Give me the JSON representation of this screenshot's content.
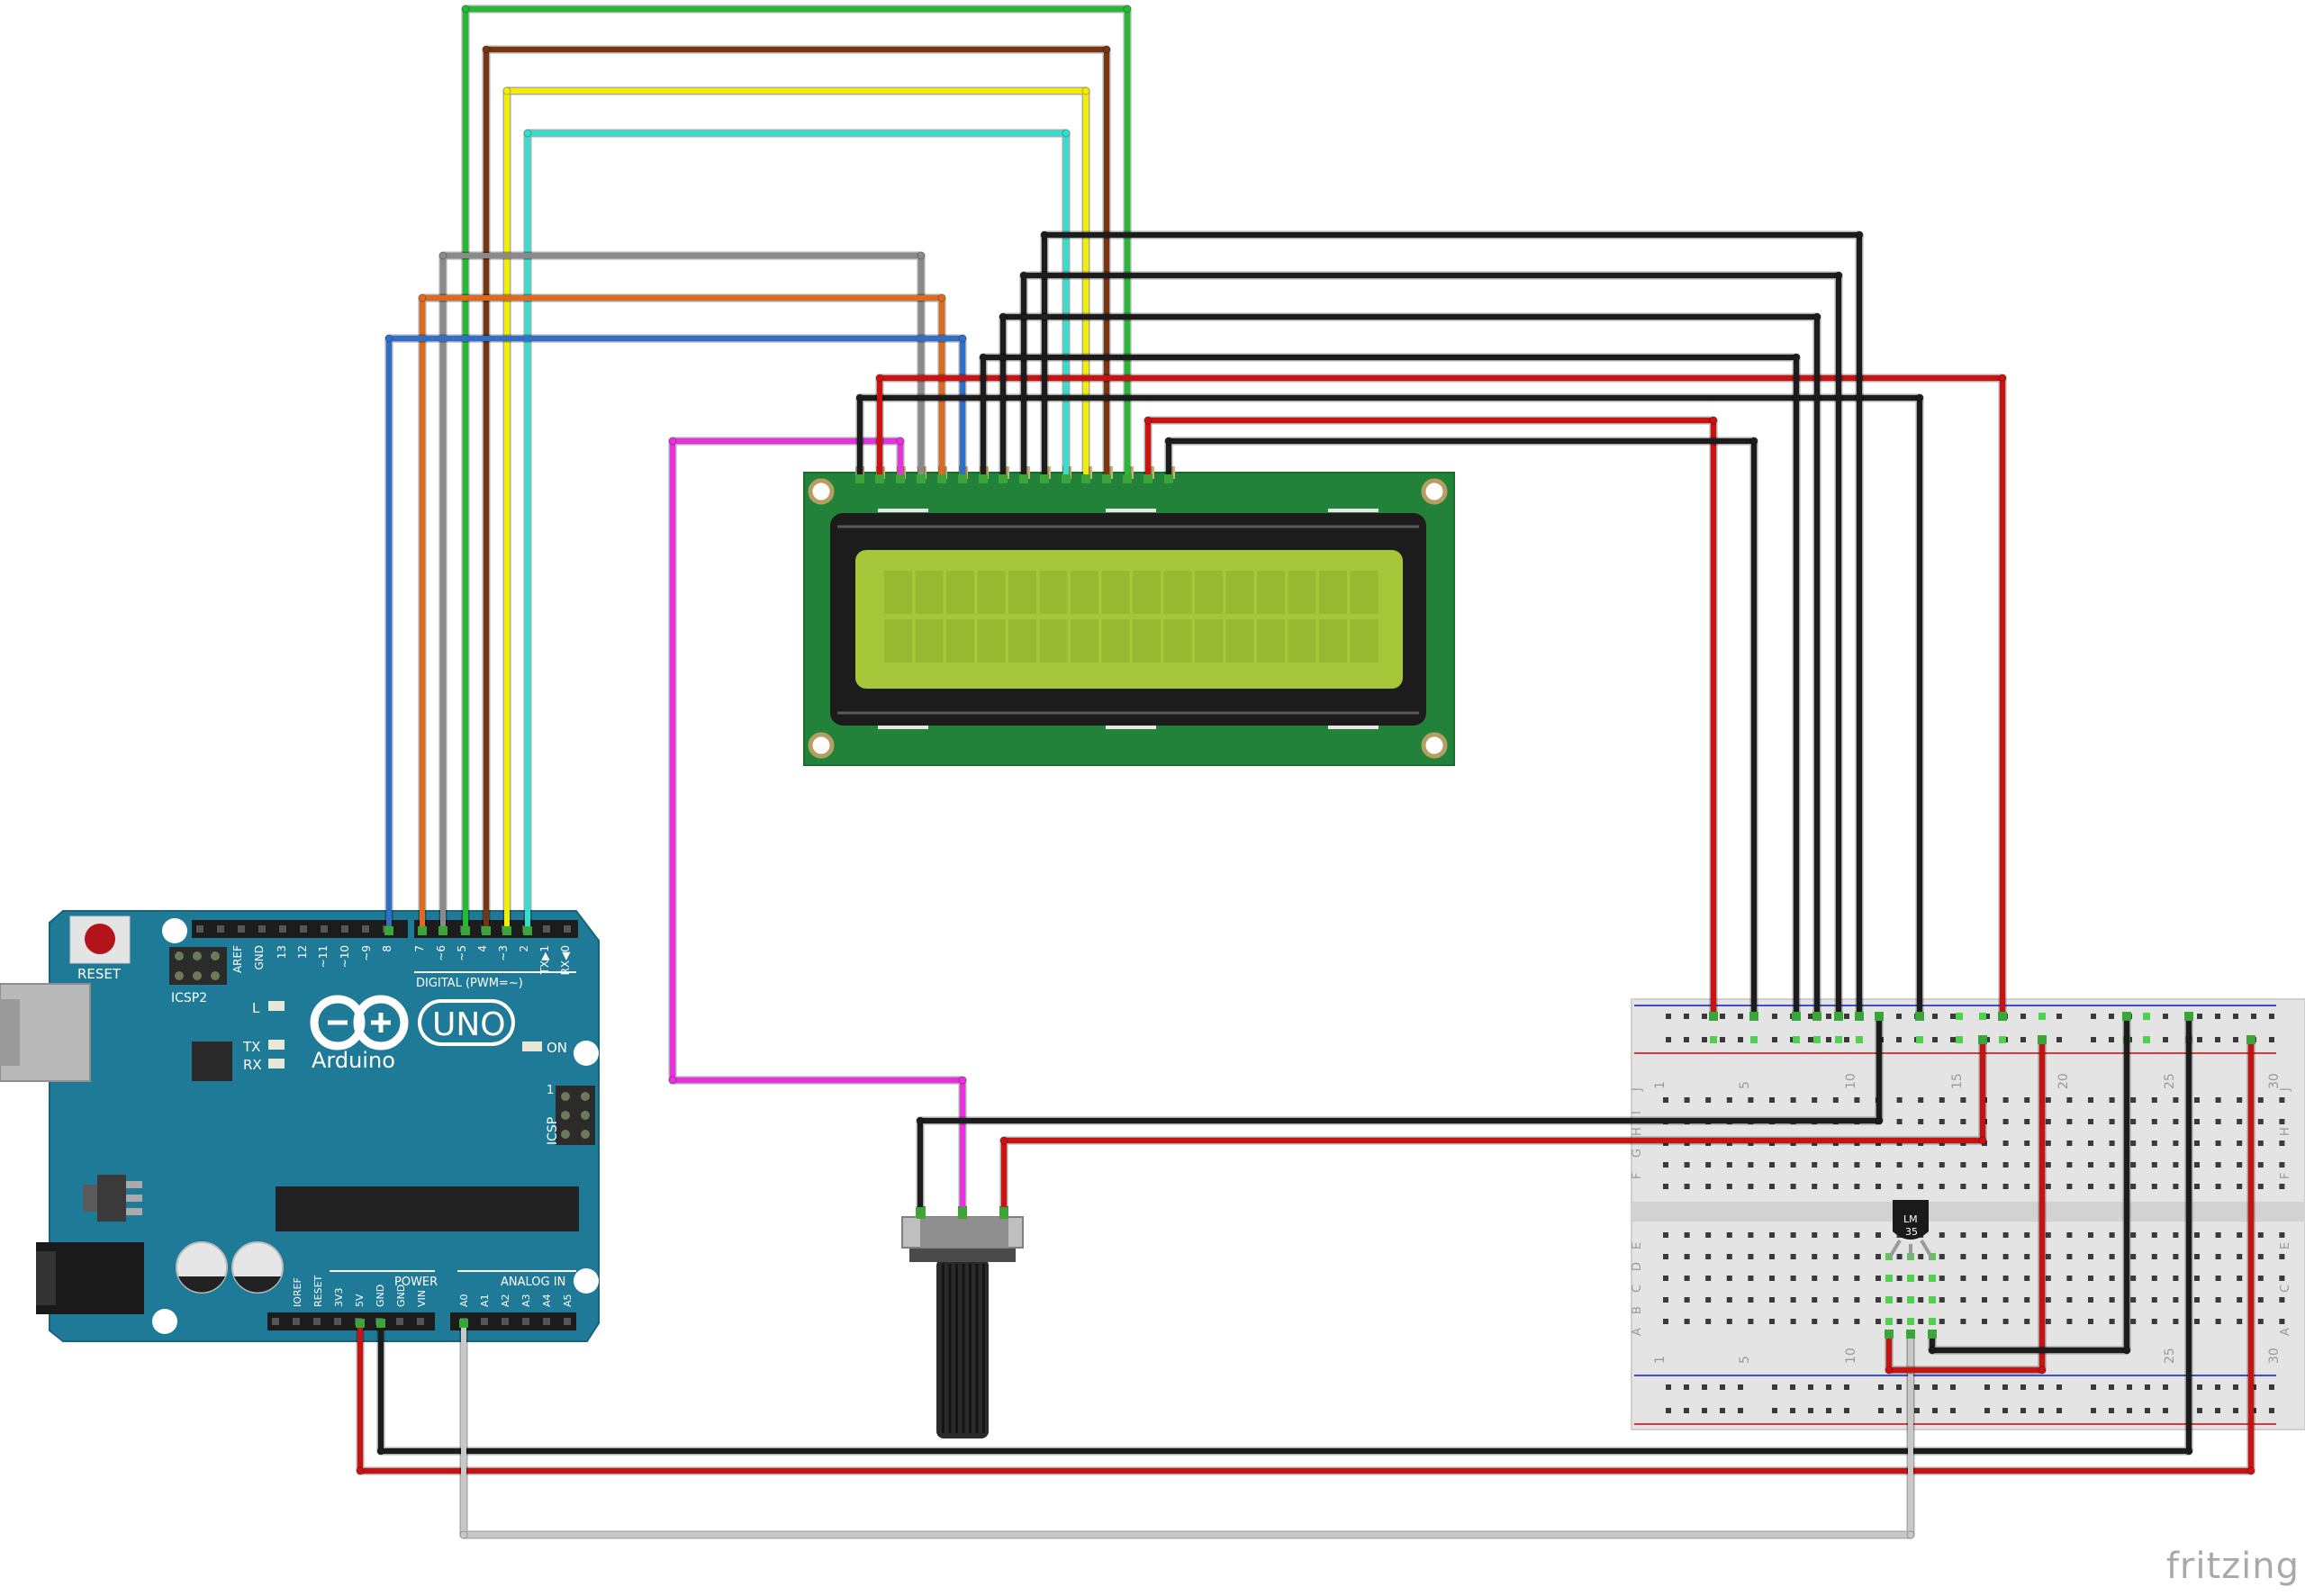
{
  "watermark": "fritzing",
  "arduino": {
    "reset_label": "RESET",
    "icsp2_label": "ICSP2",
    "icsp_label": "ICSP",
    "icsp_pin1": "1",
    "brand": "Arduino",
    "model": "UNO",
    "led_l": "L",
    "led_tx": "TX",
    "led_rx": "RX",
    "led_on": "ON",
    "digital_label": "DIGITAL (PWM=~)",
    "power_label": "POWER",
    "analog_label": "ANALOG IN",
    "digital_pins": [
      "AREF",
      "GND",
      "13",
      "12",
      "~11",
      "~10",
      "~9",
      "8",
      "7",
      "~6",
      "~5",
      "4",
      "~3",
      "2",
      "TX▶1",
      "RX◀0"
    ],
    "power_pins": [
      "IOREF",
      "RESET",
      "3V3",
      "5V",
      "GND",
      "GND",
      "VIN"
    ],
    "analog_pins": [
      "A0",
      "A1",
      "A2",
      "A3",
      "A4",
      "A5"
    ]
  },
  "sensor": {
    "label_line1": "LM",
    "label_line2": "35"
  },
  "breadboard": {
    "row_numbers": [
      "1",
      "5",
      "10",
      "15",
      "20",
      "25",
      "30"
    ],
    "row_letters_top": [
      "J",
      "I",
      "H",
      "G",
      "F"
    ],
    "row_letters_bottom": [
      "E",
      "D",
      "C",
      "B",
      "A"
    ]
  },
  "colors": {
    "arduino_board": "#1f7a98",
    "lcd_pcb": "#23823a",
    "lcd_screen": "#a6c73a",
    "wire_green": "#22bb33",
    "wire_brown": "#7a3410",
    "wire_yellow": "#f2ee00",
    "wire_cyan": "#33e0d0",
    "wire_gray": "#8a8a8a",
    "wire_orange": "#dd6a1e",
    "wire_blue": "#2f6fcc",
    "wire_magenta": "#e830e0",
    "wire_black": "#1c1c1c",
    "wire_red": "#cc1111",
    "wire_white": "#c8c8c8"
  }
}
